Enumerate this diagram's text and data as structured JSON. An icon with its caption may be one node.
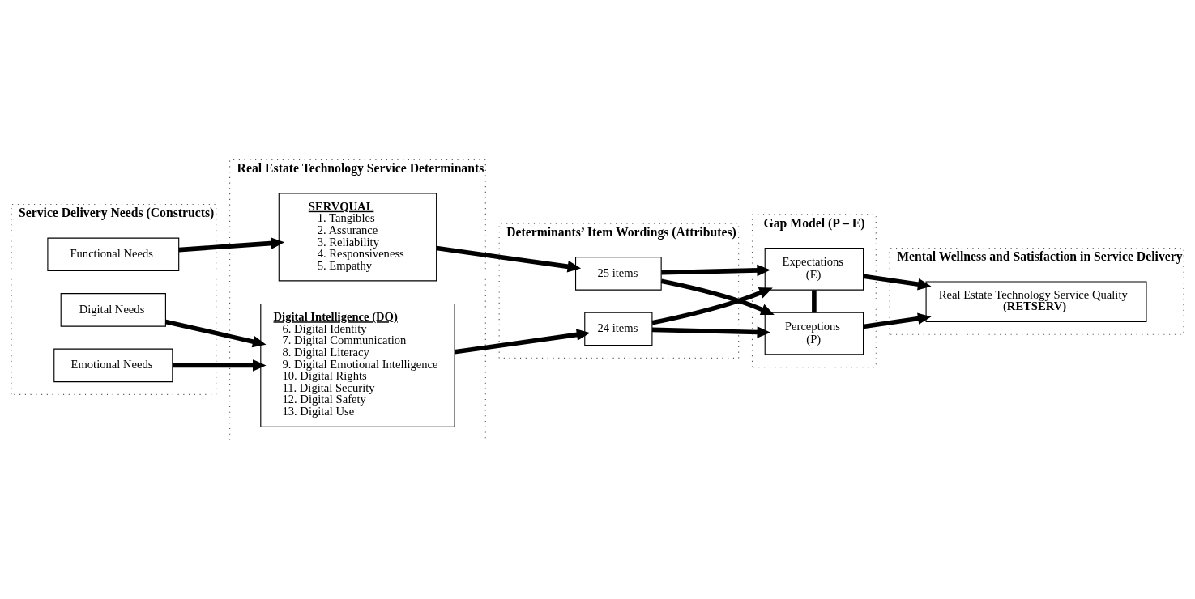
{
  "diagram": {
    "nodes": [
      {
        "text": [
          "Service Delivery Needs (Constructs)"
        ]
      },
      {
        "text": [
          "Functional Needs"
        ],
        "in": 0
      },
      {
        "text": [
          "Digital Needs"
        ],
        "in": 0
      },
      {
        "text": [
          "Emotional Needs"
        ],
        "in": 0
      },
      {
        "text": [
          "Real Estate Technology Service Determinants"
        ]
      },
      {
        "text": [
          "SERVQUAL",
          "1. Tangibles",
          "2. Assurance",
          "3. Reliability",
          "4. Responsiveness",
          "5. Empathy"
        ],
        "in": 4
      },
      {
        "text": [
          "Digital Intelligence (DQ)",
          "6. Digital Identity",
          "7. Digital Communication",
          "8. Digital Literacy",
          "9. Digital Emotional Intelligence",
          "10. Digital Rights",
          "11. Digital Security",
          "12. Digital Safety",
          "13. Digital Use"
        ],
        "in": 4
      },
      {
        "text": [
          "Determinants’ Item Wordings (Attributes)"
        ]
      },
      {
        "text": [
          "25 items"
        ],
        "in": 7
      },
      {
        "text": [
          "24 items"
        ],
        "in": 7
      },
      {
        "text": [
          "Gap Model (P – E)"
        ]
      },
      {
        "text": [
          "Expectations",
          "(E)"
        ],
        "in": 10
      },
      {
        "text": [
          "Perceptions",
          "(P)"
        ],
        "in": 10
      },
      {
        "text": [
          "Mental Wellness and Satisfaction in Service Delivery"
        ]
      },
      {
        "text": [
          "Real Estate Technology Service Quality",
          "(RETSERV)"
        ],
        "in": 13
      }
    ],
    "edges": [
      {
        "from": 1,
        "to": 5,
        "arrow": "to"
      },
      {
        "from": 2,
        "to": 6,
        "arrow": "to"
      },
      {
        "from": 3,
        "to": 6,
        "arrow": "to"
      },
      {
        "from": 5,
        "to": 8,
        "arrow": "to"
      },
      {
        "from": 6,
        "to": 9,
        "arrow": "to"
      },
      {
        "from": 8,
        "to": 11,
        "arrow": "to"
      },
      {
        "from": 8,
        "to": 12,
        "arrow": "to"
      },
      {
        "from": 9,
        "to": 11,
        "arrow": "to"
      },
      {
        "from": 9,
        "to": 12,
        "arrow": "to"
      },
      {
        "from": 11,
        "to": 12,
        "arrow": "none"
      },
      {
        "from": 11,
        "to": 14,
        "arrow": "to"
      },
      {
        "from": 12,
        "to": 14,
        "arrow": "to"
      }
    ]
  }
}
